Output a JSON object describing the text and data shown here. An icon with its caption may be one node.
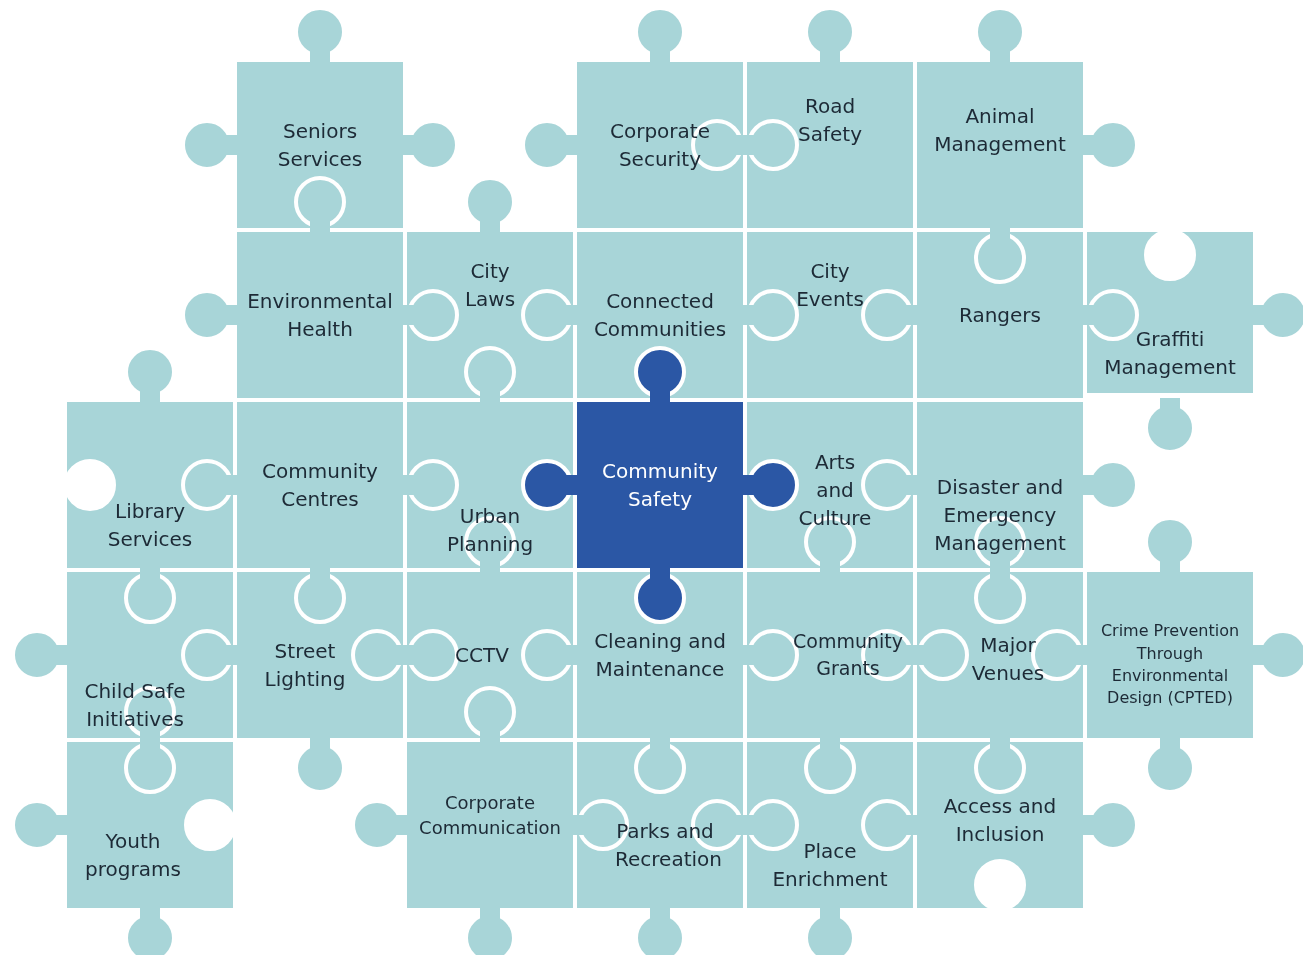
{
  "diagram": {
    "nodes": [
      {
        "text": [
          "Seniors Services"
        ]
      },
      {
        "text": [
          "Corporate Security"
        ]
      },
      {
        "text": [
          "Road Safety"
        ]
      },
      {
        "text": [
          "Animal Management"
        ]
      },
      {
        "text": [
          "Environmental Health"
        ]
      },
      {
        "text": [
          "City Laws"
        ]
      },
      {
        "text": [
          "Connected Communities"
        ]
      },
      {
        "text": [
          "City Events"
        ]
      },
      {
        "text": [
          "Rangers"
        ]
      },
      {
        "text": [
          "Graffiti Management"
        ]
      },
      {
        "text": [
          "Library Services"
        ]
      },
      {
        "text": [
          "Community Centres"
        ]
      },
      {
        "text": [
          "Urban Planning"
        ]
      },
      {
        "text": [
          "Community Safety"
        ]
      },
      {
        "text": [
          "Arts and Culture"
        ]
      },
      {
        "text": [
          "Disaster and Emergency Management"
        ]
      },
      {
        "text": [
          "Child Safe Initiatives"
        ]
      },
      {
        "text": [
          "Street Lighting"
        ]
      },
      {
        "text": [
          "CCTV"
        ]
      },
      {
        "text": [
          "Cleaning and Maintenance"
        ]
      },
      {
        "text": [
          "Community Grants"
        ]
      },
      {
        "text": [
          "Major Venues"
        ]
      },
      {
        "text": [
          "Crime Prevention Through Environmental Design (CPTED)"
        ]
      },
      {
        "text": [
          "Youth programs"
        ]
      },
      {
        "text": [
          "Corporate Communication"
        ]
      },
      {
        "text": [
          "Parks and Recreation"
        ]
      },
      {
        "text": [
          "Place Enrichment"
        ]
      },
      {
        "text": [
          "Access and Inclusion"
        ]
      }
    ]
  }
}
